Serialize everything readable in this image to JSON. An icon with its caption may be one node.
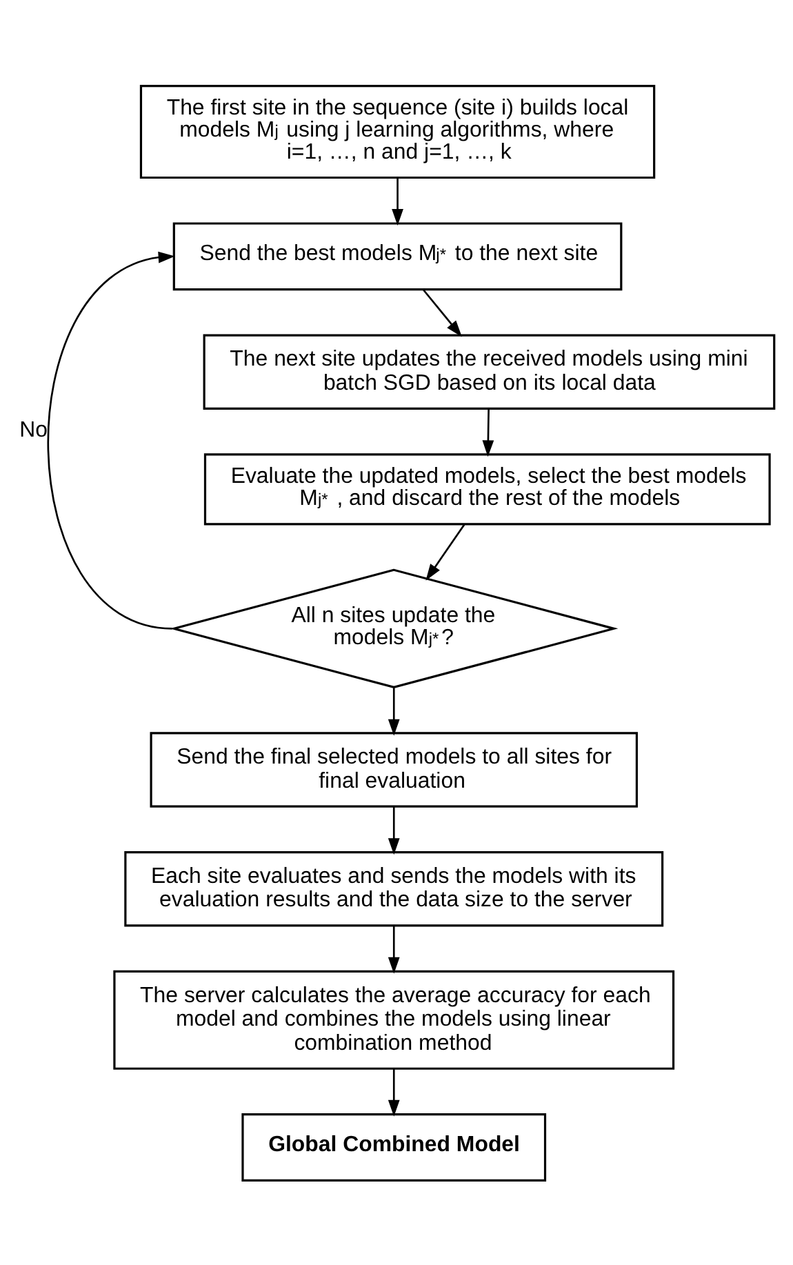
{
  "diagram": {
    "nodes": [
      {
        "text": [
          "The first site in the sequence (site i) builds local models M$_{j}$ using j learning algorithms, where i=1, …, n and j=1, …, k"
        ]
      },
      {
        "text": [
          "Send the best models M$_{j*}$ to the next site"
        ]
      },
      {
        "text": [
          "The next site updates the received models using mini batch SGD based on its local data"
        ]
      },
      {
        "text": [
          "Evaluate the updated models, select the best models M$_{j*}$ , and discard the rest of the models"
        ]
      },
      {
        "text": [
          "All n sites update the models M$_{j*}$?"
        ]
      },
      {
        "text": [
          "Send the final selected models to all sites for final evaluation"
        ]
      },
      {
        "text": [
          "Each site evaluates and sends the models with its evaluation results and the data size to the server"
        ]
      },
      {
        "text": [
          "The server calculates the average accuracy for each model and combines the models using linear combination method"
        ]
      },
      {
        "text": [
          "Global Combined Model"
        ]
      }
    ],
    "edges": [
      {
        "from": 0,
        "to": 1,
        "arrow": "to"
      },
      {
        "from": 1,
        "to": 2,
        "arrow": "to"
      },
      {
        "from": 2,
        "to": 3,
        "arrow": "to"
      },
      {
        "from": 3,
        "to": 4,
        "arrow": "to"
      },
      {
        "from": 4,
        "to": 1,
        "arrow": "to",
        "label": "No"
      },
      {
        "from": 4,
        "to": 5,
        "arrow": "to"
      },
      {
        "from": 5,
        "to": 6,
        "arrow": "to"
      },
      {
        "from": 6,
        "to": 7,
        "arrow": "to"
      },
      {
        "from": 7,
        "to": 8,
        "arrow": "to"
      }
    ]
  }
}
